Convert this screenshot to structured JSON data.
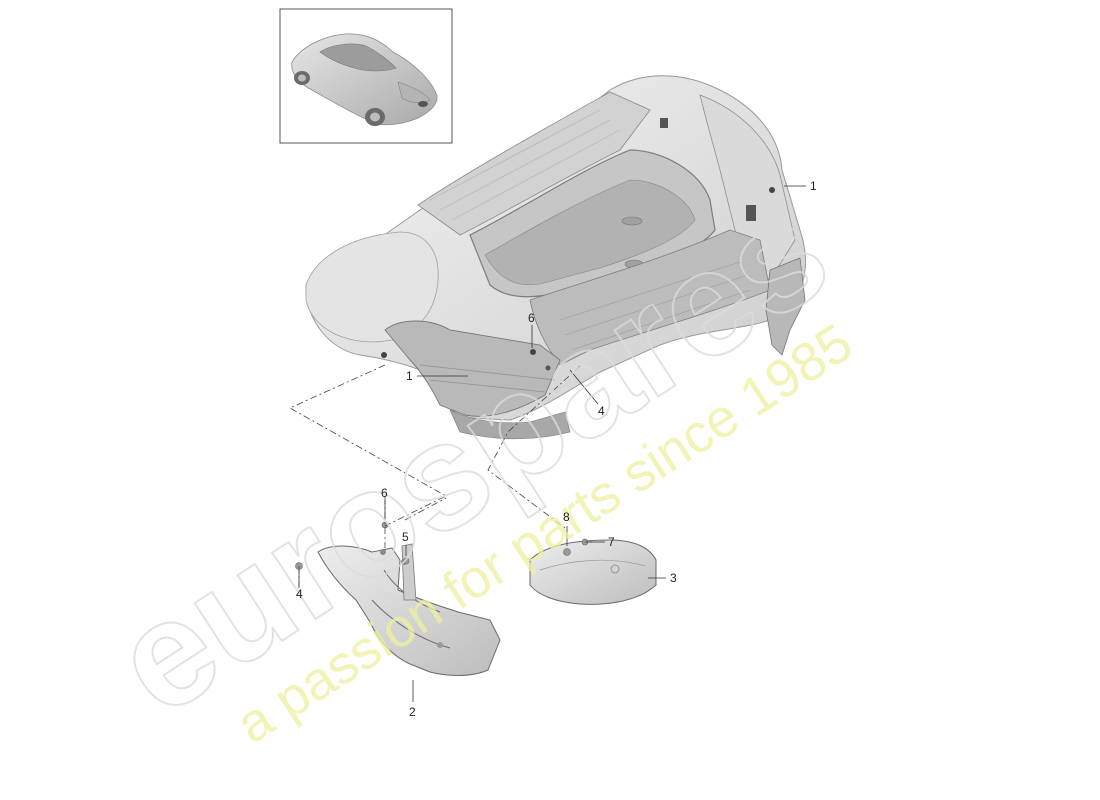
{
  "watermark": {
    "brand": "eurospares",
    "tagline": "a passion for parts since 1985",
    "brand_color": "#e6e6e6",
    "tagline_color": "#ecee9c"
  },
  "thumbnail": {
    "icon": "car-thumbnail-icon"
  },
  "callouts": [
    {
      "id": "c1a",
      "label": "1"
    },
    {
      "id": "c1b",
      "label": "1"
    },
    {
      "id": "c6a",
      "label": "6"
    },
    {
      "id": "c4a",
      "label": "4"
    },
    {
      "id": "c6b",
      "label": "6"
    },
    {
      "id": "c5",
      "label": "5"
    },
    {
      "id": "c4b",
      "label": "4"
    },
    {
      "id": "c2",
      "label": "2"
    },
    {
      "id": "c8",
      "label": "8"
    },
    {
      "id": "c7",
      "label": "7"
    },
    {
      "id": "c3",
      "label": "3"
    }
  ]
}
